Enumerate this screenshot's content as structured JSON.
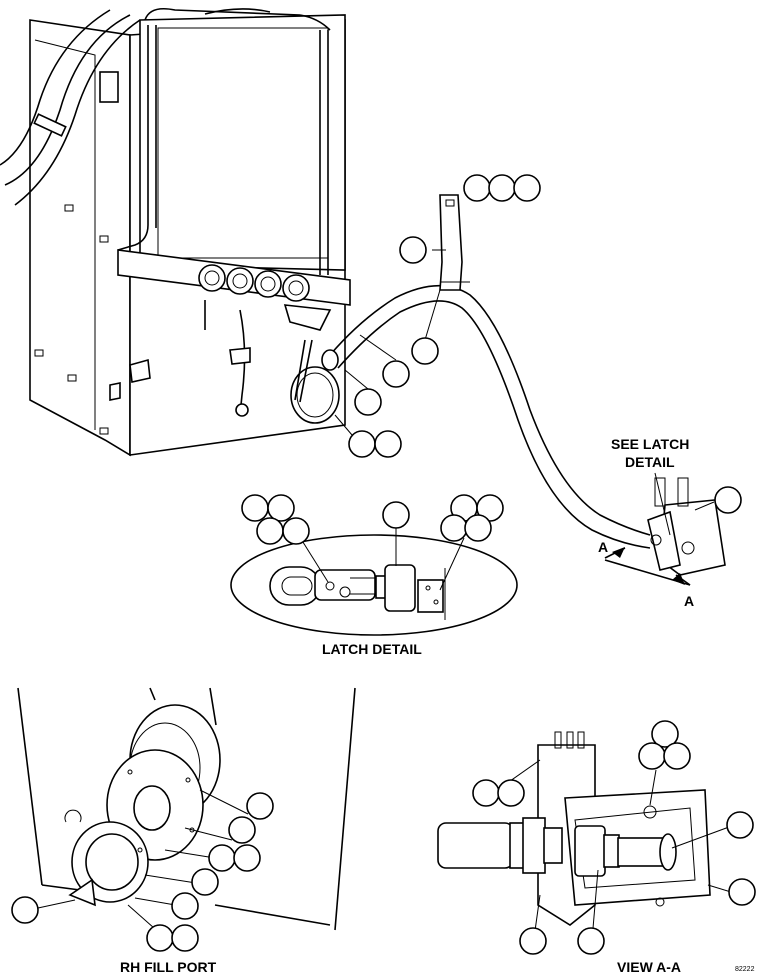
{
  "labels": {
    "see_latch_detail_line1": "SEE LATCH",
    "see_latch_detail_line2": "DETAIL",
    "latch_detail": "LATCH DETAIL",
    "rh_fill_port": "RH FILL PORT",
    "view_aa": "VIEW A-A",
    "section_marker_left": "A",
    "section_marker_right": "A",
    "figure_ref": "82222"
  }
}
